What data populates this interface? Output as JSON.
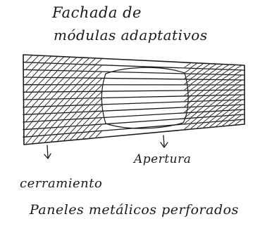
{
  "title": {
    "line1": "Fachada de",
    "line2": "módulas adaptativos"
  },
  "labels": {
    "apertura": "Apertura",
    "cerramiento": "cerramiento",
    "paneles": "Paneles metálicos perforados"
  },
  "colors": {
    "ink": "#1a1a1a",
    "paper": "#ffffff"
  }
}
